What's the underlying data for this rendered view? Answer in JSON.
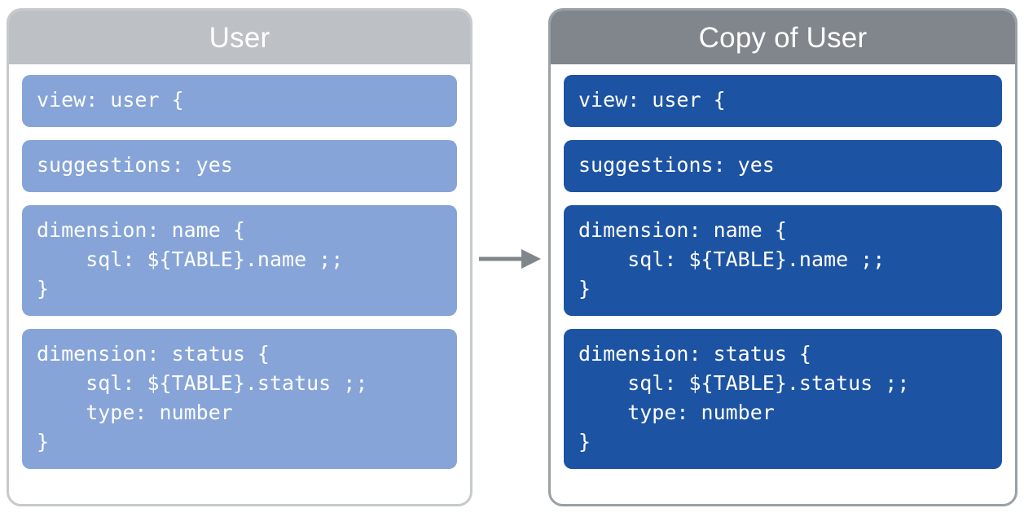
{
  "diagram": {
    "type": "transformation-flow",
    "arrow": {
      "icon": "right-arrow-icon",
      "color": "#80868b",
      "direction": "left-to-right",
      "meaning": "User view is copied into Copy of User view"
    },
    "cards": [
      {
        "id": "user",
        "title": "User",
        "header_color": "#bdc1c6",
        "border_color": "#c6cacd",
        "block_color": "#86a4d8",
        "blocks": [
          {
            "id": "view",
            "code": "view: user {"
          },
          {
            "id": "suggestions",
            "code": "suggestions: yes"
          },
          {
            "id": "dimension-name",
            "code": "dimension: name {\n    sql: ${TABLE}.name ;;\n}"
          },
          {
            "id": "dimension-status",
            "code": "dimension: status {\n    sql: ${TABLE}.status ;;\n    type: number\n}"
          }
        ]
      },
      {
        "id": "copy-of-user",
        "title": "Copy of User",
        "header_color": "#80868b",
        "border_color": "#9aa0a6",
        "block_color": "#1d53a3",
        "blocks": [
          {
            "id": "view",
            "code": "view: user {"
          },
          {
            "id": "suggestions",
            "code": "suggestions: yes"
          },
          {
            "id": "dimension-name",
            "code": "dimension: name {\n    sql: ${TABLE}.name ;;\n}"
          },
          {
            "id": "dimension-status",
            "code": "dimension: status {\n    sql: ${TABLE}.status ;;\n    type: number\n}"
          }
        ]
      }
    ]
  }
}
